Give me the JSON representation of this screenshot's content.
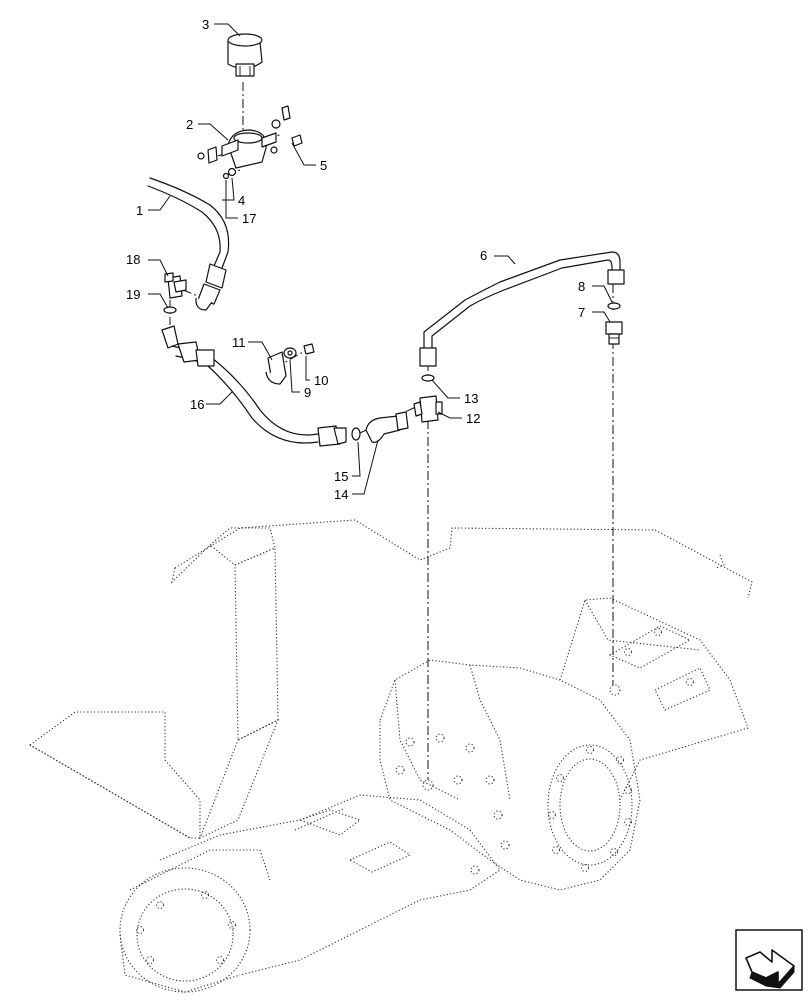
{
  "callouts": [
    {
      "id": "c1",
      "text": "1"
    },
    {
      "id": "c2",
      "text": "2"
    },
    {
      "id": "c3",
      "text": "3"
    },
    {
      "id": "c4",
      "text": "4"
    },
    {
      "id": "c5",
      "text": "5"
    },
    {
      "id": "c6",
      "text": "6"
    },
    {
      "id": "c7",
      "text": "7"
    },
    {
      "id": "c8",
      "text": "8"
    },
    {
      "id": "c9",
      "text": "9"
    },
    {
      "id": "c10",
      "text": "10"
    },
    {
      "id": "c11",
      "text": "11"
    },
    {
      "id": "c12",
      "text": "12"
    },
    {
      "id": "c13",
      "text": "13"
    },
    {
      "id": "c14",
      "text": "14"
    },
    {
      "id": "c15",
      "text": "15"
    },
    {
      "id": "c16",
      "text": "16"
    },
    {
      "id": "c17",
      "text": "17"
    },
    {
      "id": "c18",
      "text": "18"
    },
    {
      "id": "c19",
      "text": "19"
    }
  ],
  "nav_icon": "next-page-arrow-icon"
}
